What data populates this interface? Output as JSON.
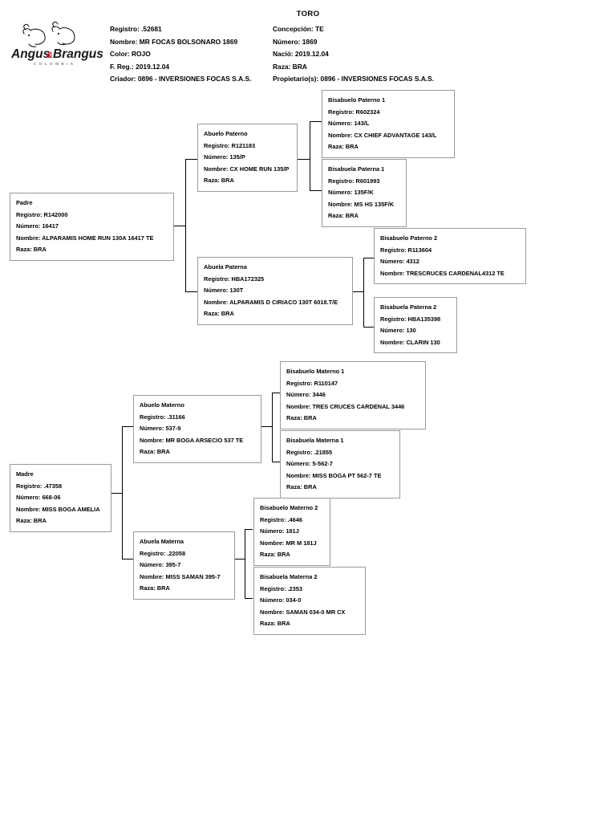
{
  "document": {
    "title": "TORO"
  },
  "logo": {
    "wordmark_1": "Angus",
    "wordmark_amp": "&",
    "wordmark_2": "Brangus",
    "subtitle": "C O L O M B I A",
    "accent_color": "#c8102e",
    "text_color": "#1a1a1a"
  },
  "header": {
    "left": [
      "Registro: .52681",
      "Nombre: MR FOCAS BOLSONARO 1869",
      "Color: ROJO",
      "F. Reg.: 2019.12.04",
      "Criador: 0896 - INVERSIONES FOCAS S.A.S."
    ],
    "right": [
      "Concepción: TE",
      "Número: 1869",
      "Nació: 2019.12.04",
      "Raza: BRA",
      "Propietario(s): 0896 - INVERSIONES FOCAS S.A.S."
    ]
  },
  "nodes": {
    "padre": {
      "role": "Padre",
      "registro": "Registro: R142000",
      "numero": "Número: 16417",
      "nombre": "Nombre: ALPARAMIS HOME RUN 130A 16417 TE",
      "raza": "Raza: BRA"
    },
    "abuelo_paterno": {
      "role": "Abuelo Paterno",
      "registro": "Registro: R121183",
      "numero": "Número: 135/P",
      "nombre": "Nombre: CX HOME RUN 135/P",
      "raza": "Raza: BRA"
    },
    "abuela_paterna": {
      "role": "Abuela Paterna",
      "registro": "Registro: HBA172325",
      "numero": "Número: 130T",
      "nombre": "Nombre: ALPARAMIS D CIRIACO 130T 6018.T/E",
      "raza": "Raza: BRA"
    },
    "bisabuelo_paterno_1": {
      "role": "Bisabuelo Paterno 1",
      "registro": "Registro: R602324",
      "numero": "Número: 143/L",
      "nombre": "Nombre: CX CHIEF ADVANTAGE 143/L",
      "raza": "Raza: BRA"
    },
    "bisabuela_paterna_1": {
      "role": "Bisabuela Paterna 1",
      "registro": "Registro: R601993",
      "numero": "Número: 135F/K",
      "nombre": "Nombre: MS HS 135F/K",
      "raza": "Raza: BRA"
    },
    "bisabuelo_paterno_2": {
      "role": "Bisabuelo Paterno 2",
      "registro": "Registro: R113604",
      "numero": "Número: 4312",
      "nombre": "Nombre: TRESCRUCES CARDENAL4312 TE"
    },
    "bisabuela_paterna_2": {
      "role": "Bisabuela Paterna 2",
      "registro": "Registro: HBA135398",
      "numero": "Número: 130",
      "nombre": "Nombre: CLARIN 130"
    },
    "madre": {
      "role": "Madre",
      "registro": "Registro: .47358",
      "numero": "Número: 668-06",
      "nombre": "Nombre: MISS BOGA AMELIA",
      "raza": "Raza: BRA"
    },
    "abuelo_materno": {
      "role": "Abuelo Materno",
      "registro": "Registro: .31166",
      "numero": "Número: 537-9",
      "nombre": "Nombre: MR BOGA ARSECIO 537 TE",
      "raza": "Raza: BRA"
    },
    "abuela_materna": {
      "role": "Abuela Materna",
      "registro": "Registro: .22058",
      "numero": "Número: 395-7",
      "nombre": "Nombre: MISS SAMAN 395-7",
      "raza": "Raza: BRA"
    },
    "bisabuelo_materno_1": {
      "role": "Bisabuelo Materno 1",
      "registro": "Registro: R110147",
      "numero": "Número: 3446",
      "nombre": "Nombre: TRES CRUCES CARDENAL 3446",
      "raza": "Raza: BRA"
    },
    "bisabuela_materna_1": {
      "role": "Bisabuela Materna 1",
      "registro": "Registro: .21855",
      "numero": "Número: 5-562-7",
      "nombre": "Nombre: MISS BOGA PT 562-7 TE",
      "raza": "Raza: BRA"
    },
    "bisabuelo_materno_2": {
      "role": "Bisabuelo Materno 2",
      "registro": "Registro: .4646",
      "numero": "Número: 181J",
      "nombre": "Nombre: MR M 181J",
      "raza": "Raza: BRA"
    },
    "bisabuela_materna_2": {
      "role": "Bisabuela Materna 2",
      "registro": "Registro: .2353",
      "numero": "Número: 034-0",
      "nombre": "Nombre: SAMAN 034-0 MR CX",
      "raza": "Raza: BRA"
    }
  }
}
